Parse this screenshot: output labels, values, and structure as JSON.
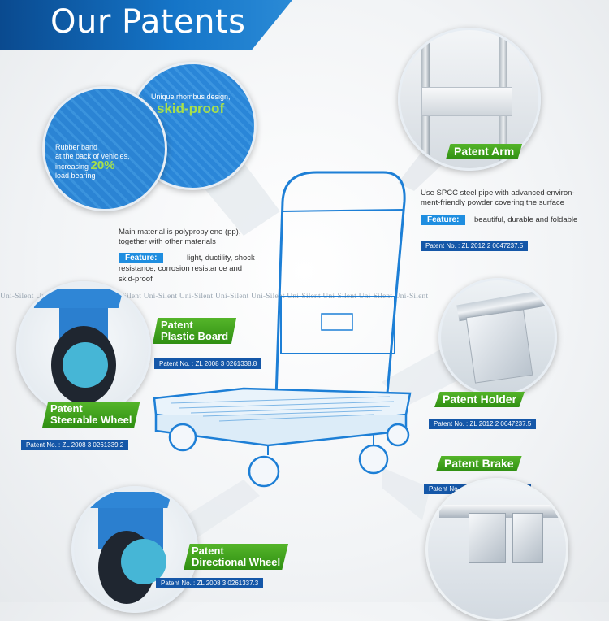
{
  "title": "Our Patents",
  "watermark": "Uni-Silent Uni-Silent Uni-Silent Uni-Silent Uni-Silent Uni-Silent Uni-Silent Uni-Silent Uni-Silent Uni-Silent Uni-Silent Uni-Silent",
  "rhombus": {
    "line1": "Unique rhombus design,",
    "highlight": "skid-proof"
  },
  "rubber": {
    "line1": "Rubber band",
    "line2": "at the back of vehicles,",
    "line3": "increasing",
    "highlight": "20%",
    "line4": "load bearing"
  },
  "material": {
    "line1": "Main material is polypropylene (pp),",
    "line2": "together with other materials",
    "feature_label": "Feature:",
    "feature_text1": "light, ductility, shock",
    "feature_text2": "resistance, corrosion resistance and",
    "feature_text3": "skid-proof"
  },
  "arm": {
    "tag": "Patent Arm",
    "line1": "Use SPCC steel pipe with advanced environ-",
    "line2": "ment-friendly powder covering the surface",
    "feature_label": "Feature:",
    "feature_text": "beautiful, durable and foldable",
    "patno": "Patent No. : ZL 2012 2 0647237.5"
  },
  "board": {
    "tag1": "Patent",
    "tag2": "Plastic Board",
    "patno": "Patent No. : ZL  2008 3 0261338.8"
  },
  "steerable": {
    "tag1": "Patent",
    "tag2": "Steerable Wheel",
    "patno": "Patent No. : ZL  2008 3 0261339.2"
  },
  "holder": {
    "tag": "Patent Holder",
    "patno": "Patent No. : ZL  2012 2 0647237.5"
  },
  "brake": {
    "tag": "Patent Brake",
    "patno": "Patent No. : ZL  2012 2 0402780.9"
  },
  "directional": {
    "tag1": "Patent",
    "tag2": "Directional Wheel",
    "patno": "Patent No. : ZL  2008 3 0261337.3"
  }
}
